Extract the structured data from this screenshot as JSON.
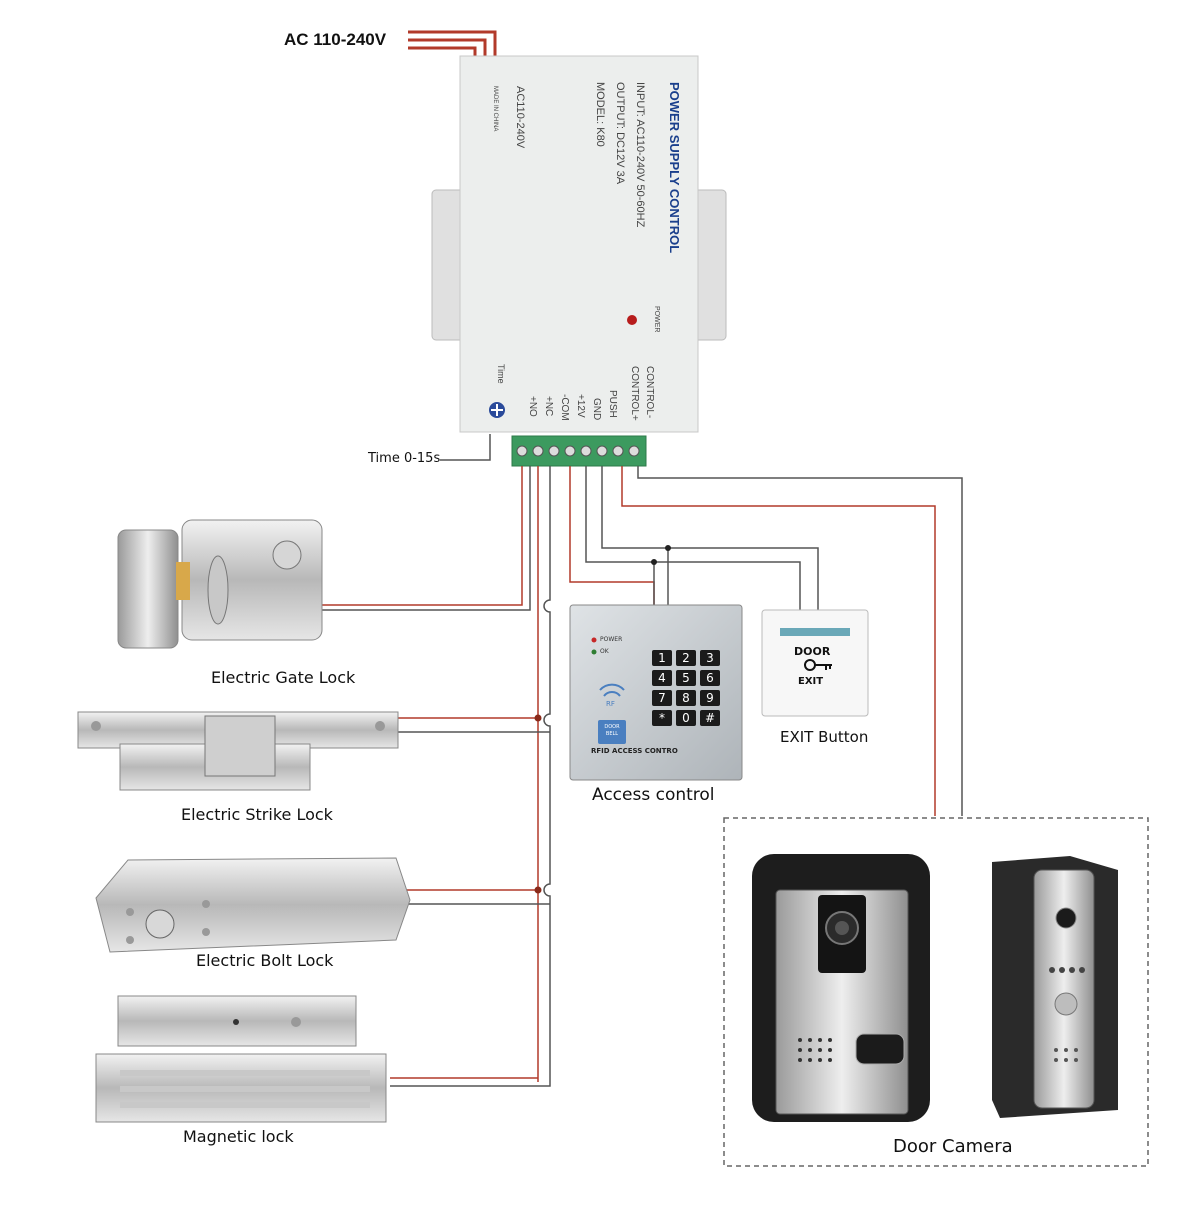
{
  "power_input_label": "AC 110-240V",
  "psu": {
    "title": "POWER SUPPLY CONTROL",
    "input": "INPUT: AC110-240V 50-60HZ",
    "output": "OUTPUT: DC12V 3A",
    "model": "MODEL: K80",
    "voltage": "AC110-240V",
    "made_in": "MADE IN CHINA",
    "power_led_label": "POWER",
    "time_label": "Time",
    "terminals": [
      "CONTROL-",
      "CONTROL+",
      "PUSH",
      "GND",
      "+12V",
      "-COM",
      "+NC",
      "+NO"
    ]
  },
  "time_note": "Time 0-15s",
  "devices": {
    "gate_lock": "Electric Gate Lock",
    "strike_lock": "Electric Strike Lock",
    "bolt_lock": "Electric Bolt Lock",
    "magnetic_lock": "Magnetic lock",
    "access_control": "Access control",
    "exit_button": "EXIT Button",
    "door_camera": "Door  Camera"
  },
  "keypad": {
    "keys": [
      "1",
      "2",
      "3",
      "4",
      "5",
      "6",
      "7",
      "8",
      "9",
      "*",
      "0",
      "#"
    ],
    "power": "POWER",
    "ok": "OK",
    "rf": "RF",
    "door_bell": "DOOR BELL",
    "caption": "RFID ACCESS CONTRO"
  },
  "exit_plate": {
    "line1": "DOOR",
    "line2": "EXIT"
  },
  "colors": {
    "red_wire": "#b23a2a",
    "gray_wire": "#555555",
    "terminal": "#3c9a5f"
  }
}
